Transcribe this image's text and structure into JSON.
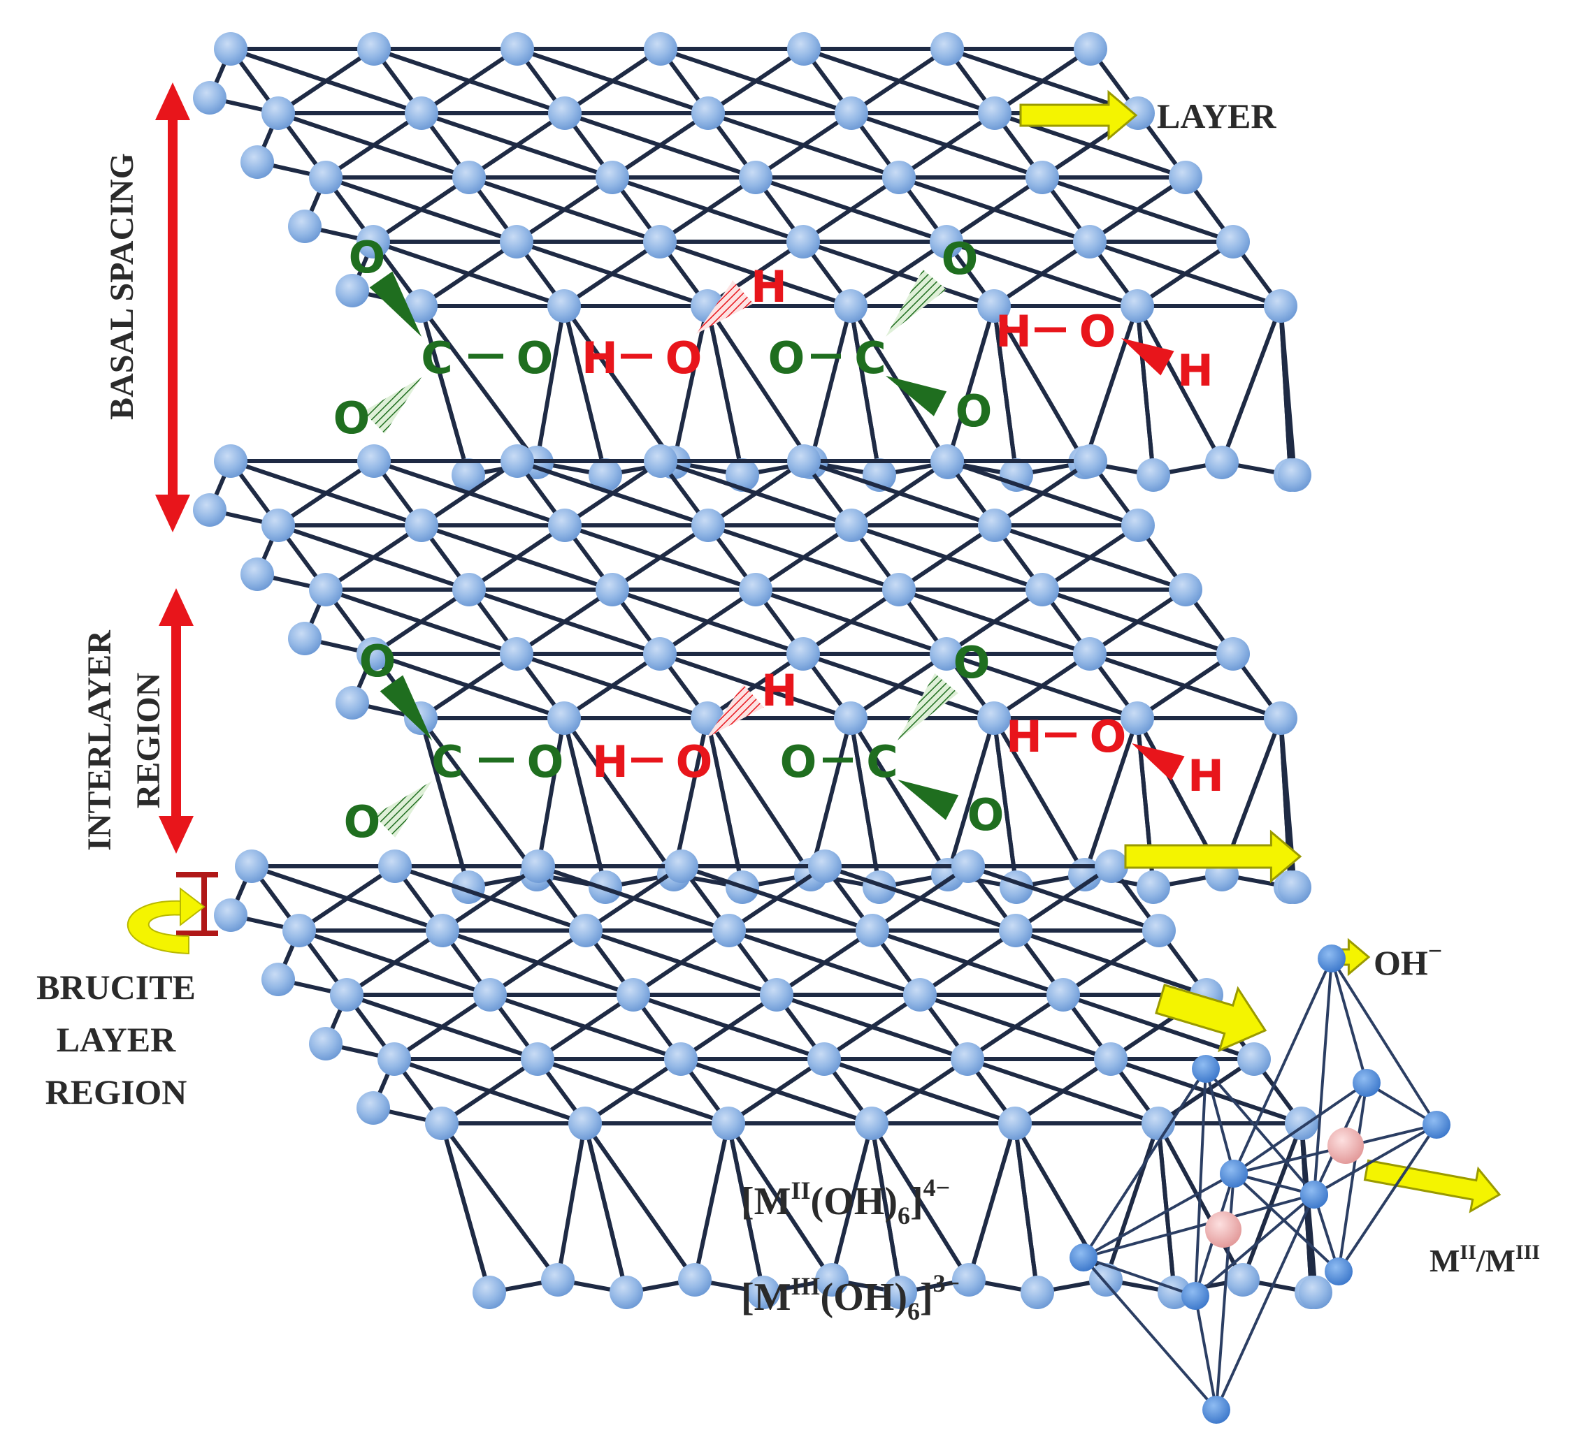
{
  "labels": {
    "layer": "LAYER",
    "basal_spacing": "BASAL SPACING",
    "interlayer_line1": "INTERLAYER",
    "interlayer_line2": "REGION",
    "brucite_line1": "BRUCITE",
    "brucite_line2": "LAYER",
    "brucite_line3": "REGION",
    "hydroxide": "OH",
    "hydroxide_charge": "−",
    "ratio_m": "M",
    "ratio_ii": "II",
    "ratio_sep": "/M",
    "ratio_iii": "III"
  },
  "formulas": {
    "m2": {
      "open": "[M",
      "ox": "II",
      "mid": "(OH)",
      "sub": "6",
      "close": "]",
      "charge": "4−"
    },
    "m3": {
      "open": "[M",
      "ox": "III",
      "mid": "(OH)",
      "sub": "6",
      "close": "]",
      "charge": "3−"
    }
  },
  "atoms": {
    "c": "C",
    "o": "O",
    "h": "H"
  },
  "colors": {
    "node": "#8fb4e3",
    "node_dark": "#5f8fcf",
    "bond": "#1e2a44",
    "carbonate": "#1f6e1f",
    "water": "#e8151b",
    "arrow_red": "#e8151b",
    "arrow_yellow": "#f4f400",
    "metal": "#f0a8a8",
    "octa_node": "#4a86d6",
    "bracket": "#b01818"
  }
}
